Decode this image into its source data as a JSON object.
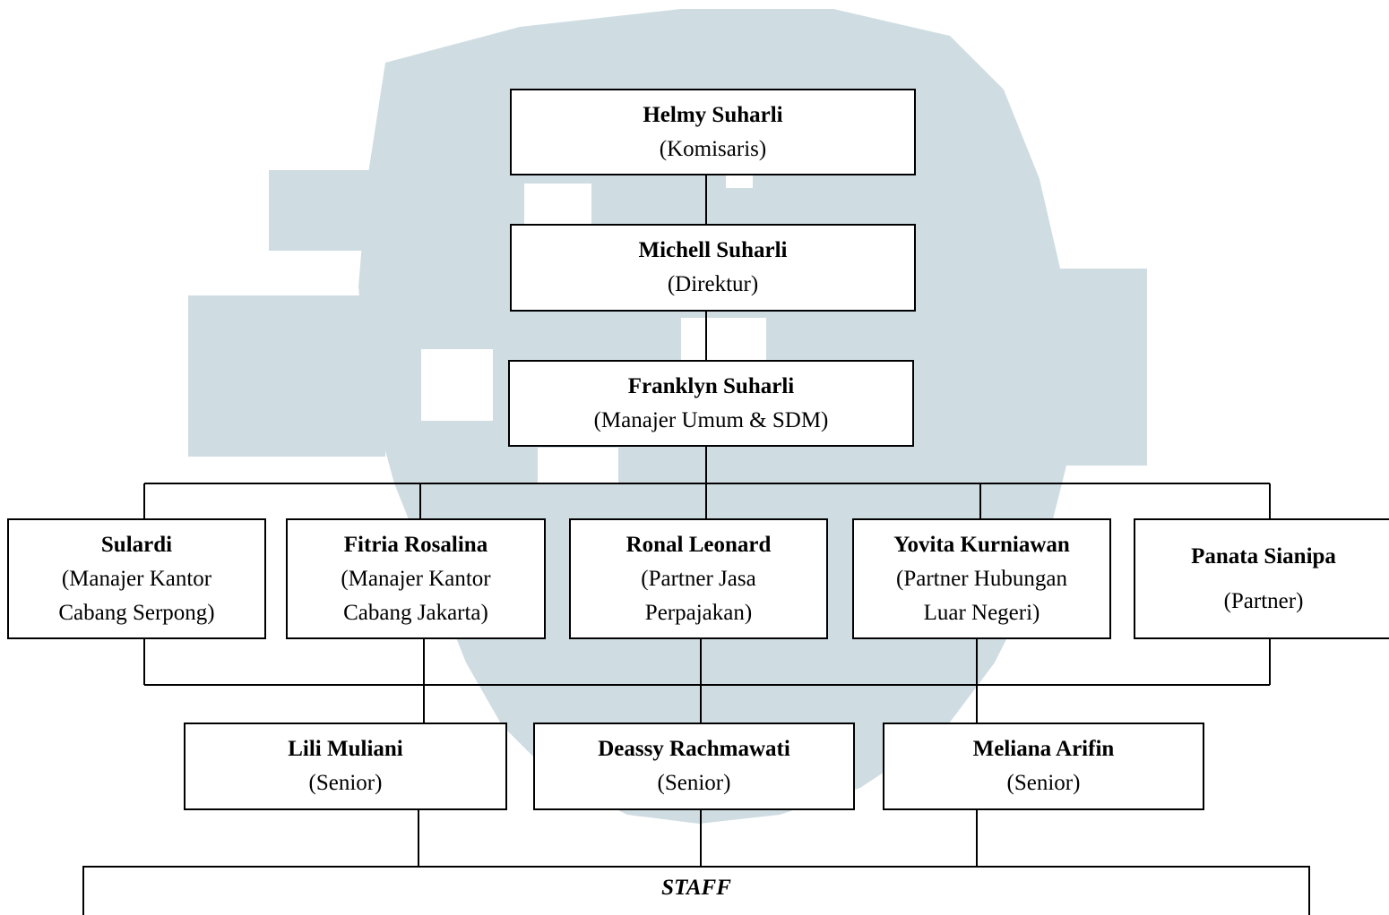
{
  "watermark": {
    "color": "#cfdde3"
  },
  "nodes": {
    "helmy": {
      "name": "Helmy Suharli",
      "role": "(Komisaris)"
    },
    "michell": {
      "name": "Michell Suharli",
      "role": "(Direktur)"
    },
    "franklyn": {
      "name": "Franklyn Suharli",
      "role": "(Manajer Umum & SDM)"
    },
    "sulardi": {
      "name": "Sulardi",
      "role": "(Manajer Kantor\nCabang Serpong)"
    },
    "fitria": {
      "name": "Fitria Rosalina",
      "role": "(Manajer Kantor\nCabang Jakarta)"
    },
    "ronal": {
      "name": "Ronal Leonard",
      "role": "(Partner Jasa\nPerpajakan)"
    },
    "yovita": {
      "name": "Yovita Kurniawan",
      "role": "(Partner Hubungan\nLuar Negeri)"
    },
    "panata": {
      "name": "Panata Sianipa",
      "role": "(Partner)"
    },
    "lili": {
      "name": "Lili Muliani",
      "role": "(Senior)"
    },
    "deassy": {
      "name": "Deassy Rachmawati",
      "role": "(Senior)"
    },
    "meliana": {
      "name": "Meliana Arifin",
      "role": "(Senior)"
    },
    "staff": {
      "name": "STAFF"
    }
  }
}
